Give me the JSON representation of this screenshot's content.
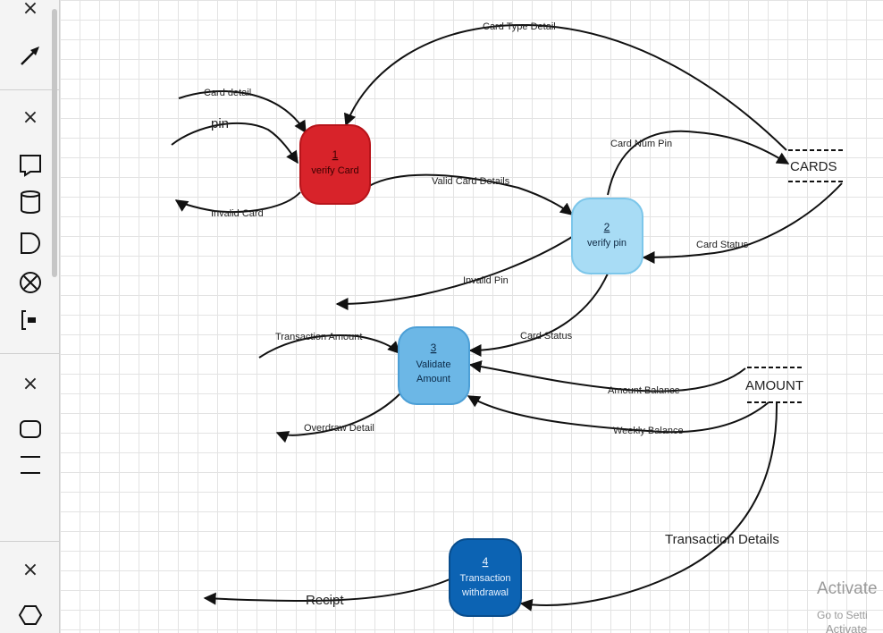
{
  "sidebar": {
    "close_glyph": "×",
    "sections": [
      {
        "icons": [
          "arrow-connector-icon"
        ]
      },
      {
        "icons": [
          "callout-shape-icon",
          "database-cylinder-icon",
          "delay-shape-icon",
          "circle-x-icon",
          "bracket-note-icon"
        ]
      },
      {
        "icons": [
          "rounded-rect-icon",
          "lines-icon"
        ]
      },
      {
        "icons": [
          "hexagon-icon"
        ]
      }
    ]
  },
  "processes": [
    {
      "id": "p1",
      "number": "1",
      "name": "verify Card",
      "color": "#d8232a"
    },
    {
      "id": "p2",
      "number": "2",
      "name": "verify pin",
      "color": "#a8dcf5"
    },
    {
      "id": "p3",
      "number": "3",
      "name_line1": "Validate",
      "name_line2": "Amount",
      "color": "#6cb7e6"
    },
    {
      "id": "p4",
      "number": "4",
      "name_line1": "Transaction",
      "name_line2": "withdrawal",
      "color": "#0c63b3"
    }
  ],
  "stores": {
    "cards": "CARDS",
    "amount": "AMOUNT"
  },
  "flows": {
    "card_type_detail": "Card Type Detail",
    "card_detail": "Card detail",
    "pin": "pin",
    "invalid_card": "Invalid Card",
    "card_num_pin": "Card Num Pin",
    "valid_card_details": "Valid Card Details",
    "card_status_1": "Card Status",
    "invalid_pin": "Invalid Pin",
    "card_status_2": "Card Status",
    "transaction_amount": "Transaction Amount",
    "amount_balance": "Amount Balance",
    "overdraw_detail": "Overdraw Detail",
    "weekly_balance": "Weekly Balance",
    "transaction_details": "Transaction Details",
    "recipt": "Recipt"
  },
  "watermark": {
    "line1": "Activate",
    "line2": "Go to Setti",
    "line3": "Activate"
  },
  "colors": {
    "edge": "#111111",
    "grid": "#e3e3e3"
  }
}
